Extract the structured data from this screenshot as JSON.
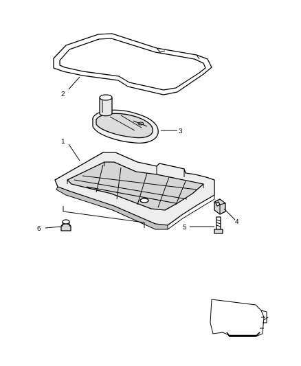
{
  "callouts": {
    "c1": "1",
    "c2": "2",
    "c3": "3",
    "c4": "4",
    "c5": "5",
    "c6": "6"
  },
  "colors": {
    "line": "#000000",
    "pan_fill": "#e4e4e4",
    "pan_shadow": "#c8c8c8",
    "background": "#ffffff"
  }
}
